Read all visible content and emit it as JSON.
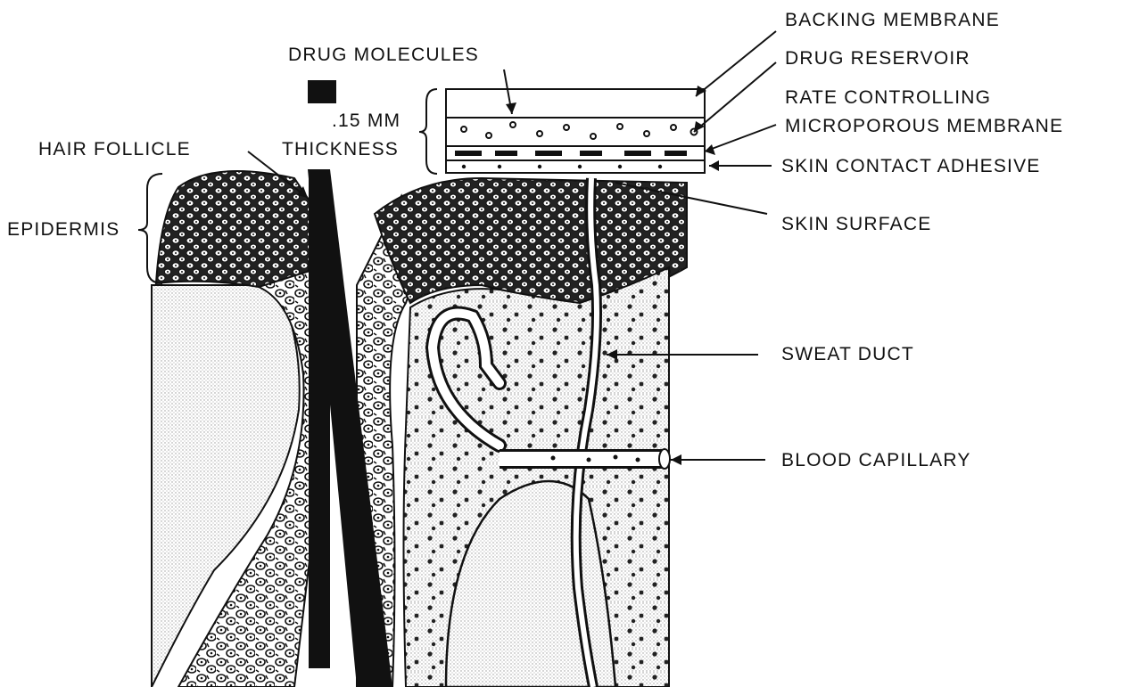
{
  "labels": {
    "drug_molecules": "DRUG MOLECULES",
    "thickness_value": ".15 MM",
    "thickness_word": "THICKNESS",
    "hair_follicle": "HAIR FOLLICLE",
    "epidermis": "EPIDERMIS",
    "backing_membrane": "BACKING MEMBRANE",
    "drug_reservoir": "DRUG RESERVOIR",
    "rate_controlling": "RATE CONTROLLING",
    "microporous_membrane": "MICROPOROUS MEMBRANE",
    "skin_contact_adhesive": "SKIN CONTACT ADHESIVE",
    "skin_surface": "SKIN SURFACE",
    "sweat_duct": "SWEAT DUCT",
    "blood_capillary": "BLOOD CAPILLARY"
  },
  "colors": {
    "ink": "#111111",
    "dermis_stipple": "#c8c8c8",
    "paper": "#ffffff"
  }
}
